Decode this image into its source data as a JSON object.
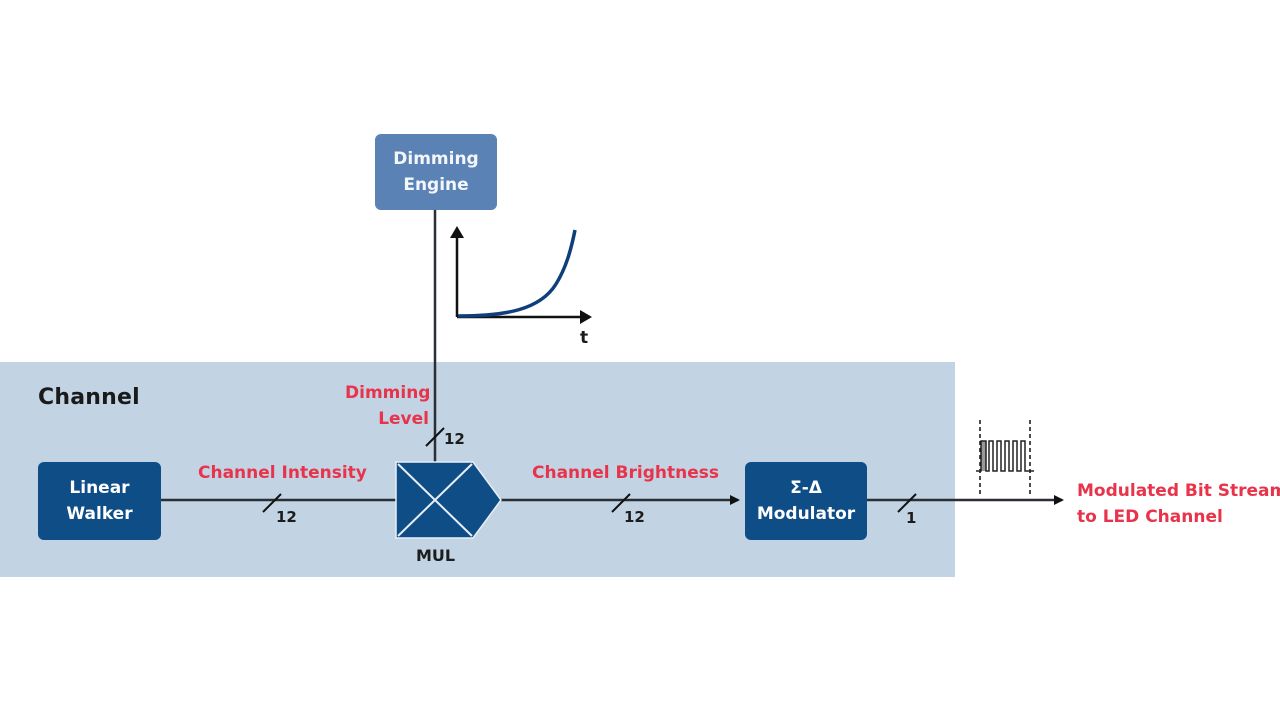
{
  "diagram": {
    "channel_region": {
      "title": "Channel"
    },
    "blocks": {
      "dimming_engine": {
        "line1": "Dimming",
        "line2": "Engine"
      },
      "linear_walker": {
        "line1": "Linear",
        "line2": "Walker"
      },
      "multiplier": {
        "label": "MUL"
      },
      "sigma_delta": {
        "line1": "Σ-Δ",
        "line2": "Modulator"
      }
    },
    "signals": {
      "channel_intensity": {
        "label": "Channel Intensity",
        "width": "12"
      },
      "dimming_level": {
        "line1": "Dimming",
        "line2": "Level",
        "width": "12"
      },
      "channel_brightness": {
        "label": "Channel Brightness",
        "width": "12"
      },
      "output": {
        "line1": "Modulated Bit Stream",
        "line2": "to LED Channel",
        "width": "1"
      }
    },
    "curve_inset": {
      "x_axis_label": "t",
      "shape": "exponential"
    },
    "bitstream_inset": {
      "shape": "pulse-density waveform"
    },
    "colors": {
      "block_dark": "#0f4d86",
      "block_light": "#5a82b4",
      "channel_bg": "#c2d4e4",
      "signal_label": "#e8334a",
      "line": "#1c2530"
    }
  }
}
